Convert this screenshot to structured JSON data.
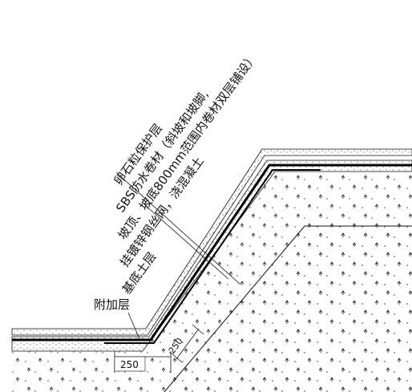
{
  "labels": {
    "layer_1": "卵石粒保护层",
    "layer_2": "SBS防水卷材（斜坡和坡脚,",
    "layer_2b": "坡顶、坡底800mm范围内卷材双层铺设）",
    "layer_3": "挂镀锌钢丝网，浇混凝土",
    "layer_4": "基底土层",
    "additional_layer": "附加层"
  },
  "dimensions": {
    "bottom_width": "250",
    "slope_offset": "250"
  },
  "colors": {
    "line": "#111111",
    "membrane": "#000000",
    "hatch": "#222222"
  }
}
